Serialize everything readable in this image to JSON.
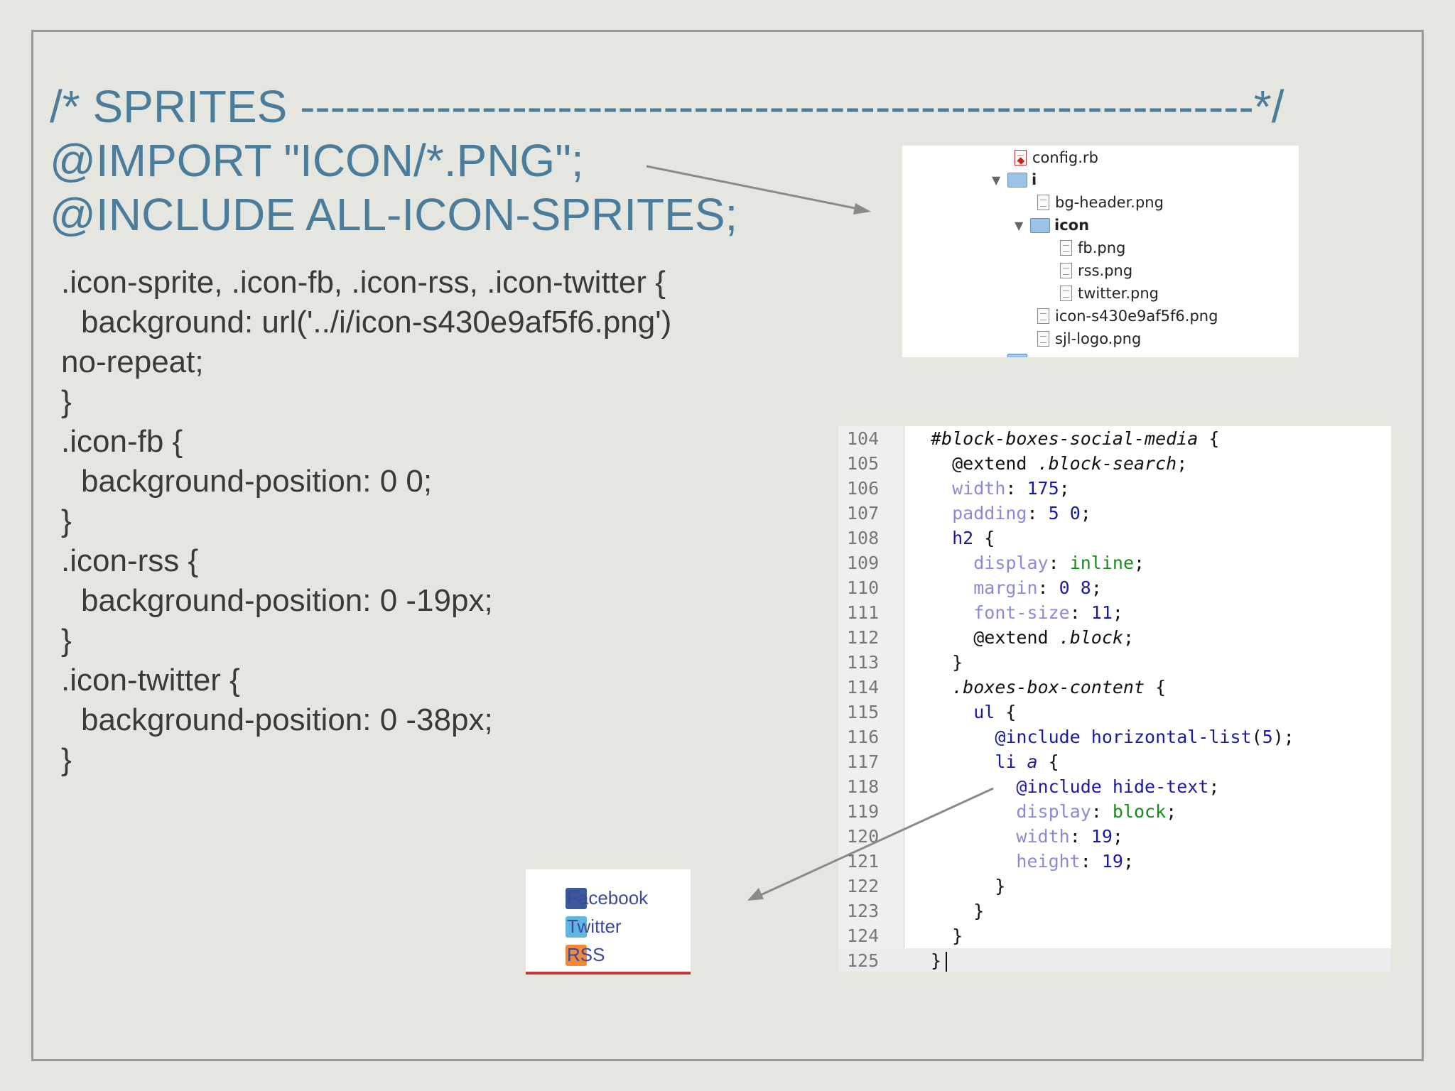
{
  "headings": [
    "/* SPRITES ---------------------------------------------------------------*/",
    "@IMPORT \"ICON/*.PNG\";",
    "@INCLUDE ALL-ICON-SPRITES;"
  ],
  "css_code": [
    ".icon-sprite, .icon-fb, .icon-rss, .icon-twitter {",
    "background: url('../i/icon-s430e9af5f6.png')",
    "no-repeat;",
    "}",
    ".icon-fb {",
    "background-position: 0 0;",
    "}",
    ".icon-rss {",
    "background-position: 0 -19px;",
    "}",
    ".icon-twitter {",
    "background-position: 0 -38px;",
    "}"
  ],
  "file_tree": {
    "items": [
      "config.rb",
      "i",
      "bg-header.png",
      "icon",
      "fb.png",
      "rss.png",
      "twitter.png",
      "icon-s430e9af5f6.png",
      "sjl-logo.png"
    ]
  },
  "editor": {
    "line_numbers": [
      "104",
      "105",
      "106",
      "107",
      "108",
      "109",
      "110",
      "111",
      "112",
      "113",
      "114",
      "115",
      "116",
      "117",
      "118",
      "119",
      "120",
      "121",
      "122",
      "123",
      "124",
      "125"
    ],
    "tokens": {
      "t1": "#block-boxes-social-media",
      "t2": "@extend",
      "t3": ".block-search",
      "t4": "width",
      "t5": "175",
      "t6": "padding",
      "t7": "5",
      "t8": "0",
      "t9": "h2",
      "t10": "display",
      "t11": "inline",
      "t12": "margin",
      "t13": "0",
      "t14": "8",
      "t15": "font-size",
      "t16": "11",
      "t17": "@extend",
      "t18": ".block",
      "t19": ".boxes-box-content",
      "t20": "ul",
      "t21": "@include",
      "t22": "horizontal-list",
      "t23": "5",
      "t24": "li",
      "t25": "a",
      "t26": "@include",
      "t27": "hide-text",
      "t28": "display",
      "t29": "block",
      "t30": "width",
      "t31": "19",
      "t32": "height",
      "t33": "19",
      "unit": "px"
    }
  },
  "preview": {
    "links": [
      "Facebook",
      "Twitter",
      "RSS"
    ]
  }
}
